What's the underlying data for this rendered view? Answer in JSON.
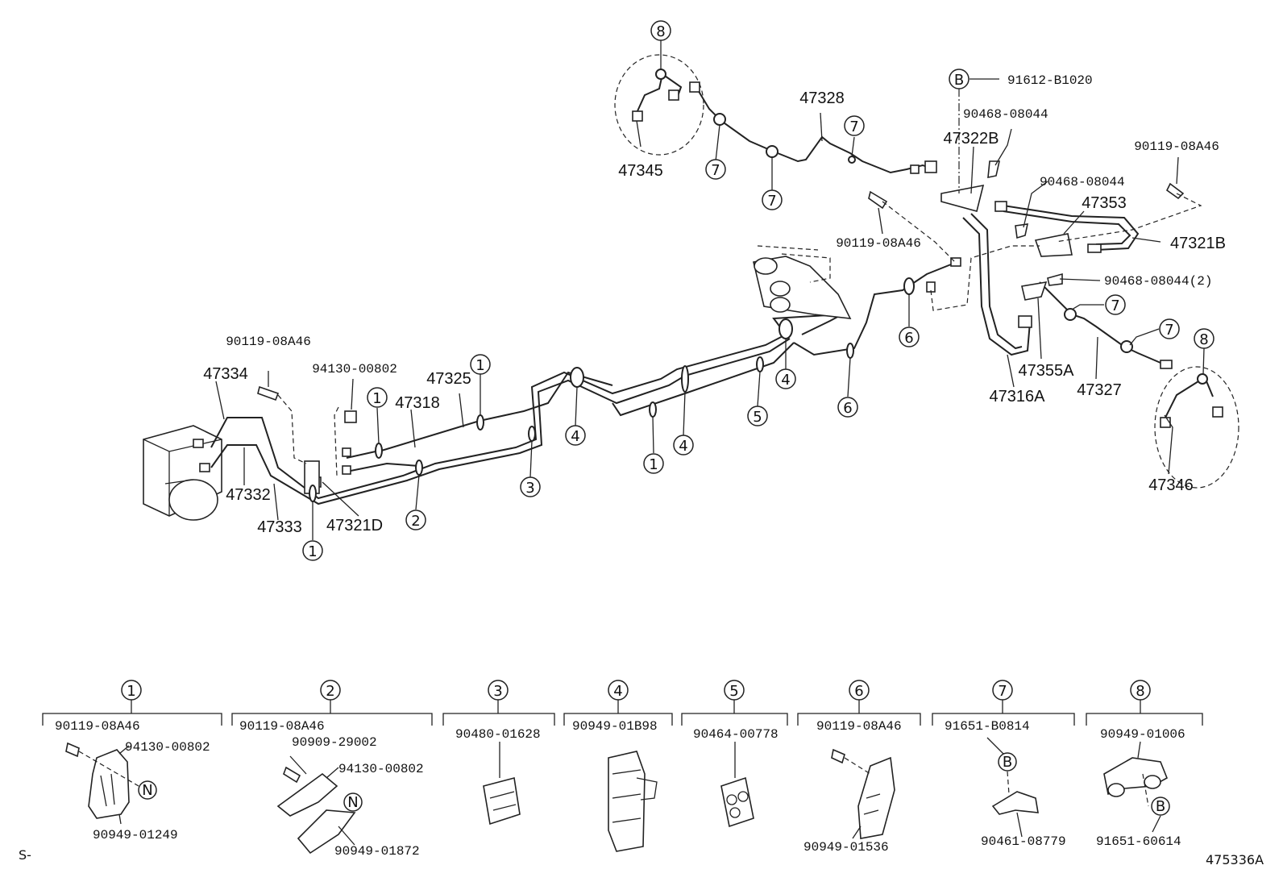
{
  "callouts": {
    "c8_top": "8",
    "c7_a": "7",
    "c7_b": "7",
    "c7_c": "7",
    "cB_top": "B",
    "c7_d": "7",
    "c7_e": "7",
    "c8_right": "8",
    "c6_a": "6",
    "c6_b": "6",
    "c4_a": "4",
    "c4_b": "4",
    "c4_c": "4",
    "c5": "5",
    "c1_a": "1",
    "c1_b": "1",
    "c1_c": "1",
    "c1_d": "1",
    "c2": "2",
    "c3": "3"
  },
  "parts": {
    "p47345": "47345",
    "p47328": "47328",
    "p91612": "91612-B1020",
    "p90468_a": "90468-08044",
    "p47322B": "47322B",
    "p90119_r": "90119-08A46",
    "p90468_b": "90468-08044",
    "p47353": "47353",
    "p90119_m": "90119-08A46",
    "p47321B": "47321B",
    "p90468_c": "90468-08044(2)",
    "p47355A": "47355A",
    "p47316A": "47316A",
    "p47327": "47327",
    "p47346": "47346",
    "p90119_l": "90119-08A46",
    "p94130_l": "94130-00802",
    "p47334": "47334",
    "p47325": "47325",
    "p47318": "47318",
    "p47332": "47332",
    "p47333": "47333",
    "p47321D": "47321D"
  },
  "legend": [
    {
      "num": "1",
      "parts": [
        "90119-08A46",
        "94130-00802",
        "90949-01249"
      ],
      "badge": "N"
    },
    {
      "num": "2",
      "parts": [
        "90119-08A46",
        "90909-29002",
        "94130-00802",
        "90949-01872"
      ],
      "badge": "N"
    },
    {
      "num": "3",
      "parts": [
        "90480-01628"
      ]
    },
    {
      "num": "4",
      "parts": [
        "90949-01B98"
      ]
    },
    {
      "num": "5",
      "parts": [
        "90464-00778"
      ]
    },
    {
      "num": "6",
      "parts": [
        "90119-08A46",
        "90949-01536"
      ]
    },
    {
      "num": "7",
      "parts": [
        "91651-B0814",
        "90461-08779"
      ],
      "badge": "B"
    },
    {
      "num": "8",
      "parts": [
        "90949-01006",
        "91651-60614"
      ],
      "badge": "B"
    }
  ],
  "footer": {
    "left": "S-",
    "right": "475336A"
  }
}
